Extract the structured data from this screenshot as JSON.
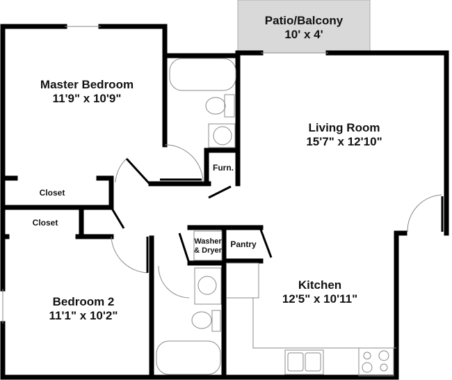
{
  "floorplan": {
    "colors": {
      "wall": "#000000",
      "fixture": "#888888",
      "patio_fill": "#d9d9d9",
      "background": "#ffffff"
    },
    "rooms": {
      "patio": {
        "name": "Patio/Balcony",
        "dims": "10' x 4'"
      },
      "master_bedroom": {
        "name": "Master Bedroom",
        "dims": "11'9\" x 10'9\""
      },
      "living_room": {
        "name": "Living Room",
        "dims": "15'7\" x 12'10\""
      },
      "bedroom_2": {
        "name": "Bedroom 2",
        "dims": "11'1\" x 10'2\""
      },
      "kitchen": {
        "name": "Kitchen",
        "dims": "12'5\" x 10'11\""
      },
      "closet_1": {
        "name": "Closet"
      },
      "closet_2": {
        "name": "Closet"
      },
      "furnace": {
        "name": "Furn."
      },
      "washer_dryer": {
        "line1": "Washer",
        "line2": "& Dryer"
      },
      "pantry": {
        "name": "Pantry"
      }
    },
    "fixtures": [
      "bathtub-1",
      "toilet-1",
      "sink-1",
      "sink-2",
      "toilet-2",
      "bathtub-2",
      "kitchen-sink",
      "stove"
    ]
  }
}
